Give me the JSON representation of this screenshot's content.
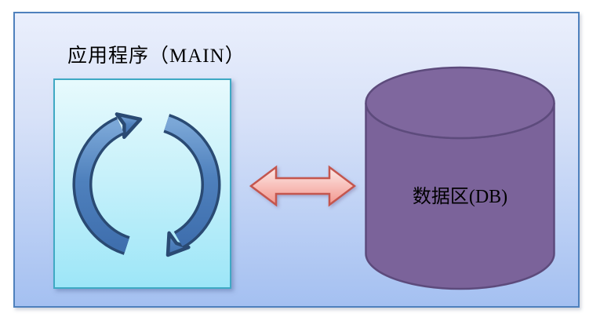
{
  "diagram": {
    "title": "应用程序（MAIN）",
    "app_box": {
      "icon": "cycle-arrows-icon"
    },
    "connector": {
      "icon": "double-headed-arrow-icon",
      "direction": "bidirectional"
    },
    "database": {
      "label": "数据区(DB)",
      "shape": "cylinder"
    },
    "colors": {
      "frame_border": "#4f81bd",
      "frame_bg_top": "#eaeffc",
      "frame_bg_bottom": "#a4c0f1",
      "app_box_border": "#3fa9c4",
      "app_box_bg_top": "#e7fafd",
      "app_box_bg_bottom": "#9de6f8",
      "sync_light": "#7ba7d7",
      "sync_mid": "#4f81bd",
      "sync_deep": "#3f6fae",
      "sync_dark": "#2a4a73",
      "link_fill_top": "#fdeae8",
      "link_fill_bottom": "#f2968d",
      "link_stroke": "#c4564e",
      "cylinder_fill": "#7b639a",
      "cylinder_top_fill": "#7f679e",
      "cylinder_stroke": "#5d4b7c",
      "text": "#000000"
    }
  }
}
